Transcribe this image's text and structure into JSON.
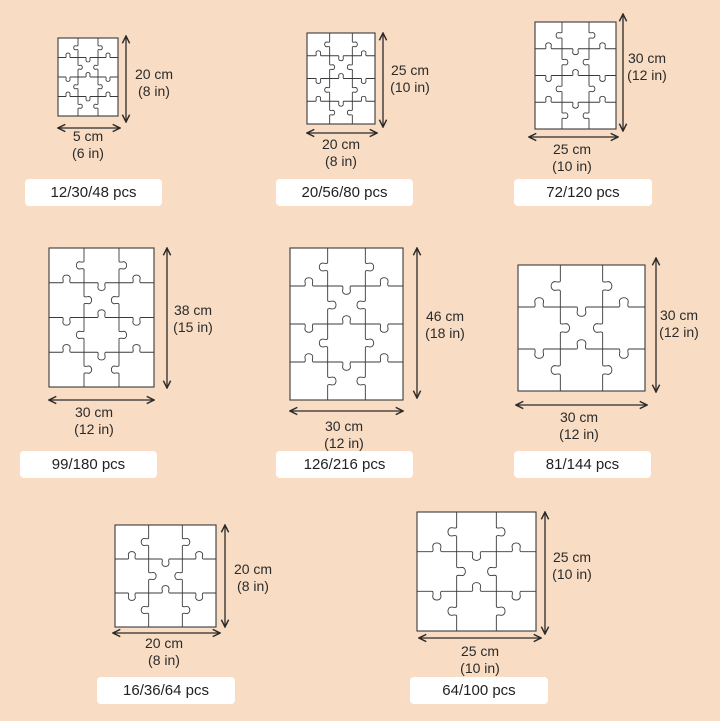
{
  "colors": {
    "background": "#f8dcc3",
    "puzzle_fill": "#ffffff",
    "puzzle_line": "#3a3a3a",
    "arrow": "#2b2b2b",
    "label_bg": "#ffffff"
  },
  "puzzles": [
    {
      "pieces_label": "12/30/48 pcs",
      "width_cm": "5 cm",
      "width_in": "(6 in)",
      "height_cm": "20 cm",
      "height_in": "(8 in)",
      "grid_cols": 3,
      "grid_rows": 4
    },
    {
      "pieces_label": "20/56/80 pcs",
      "width_cm": "20 cm",
      "width_in": "(8 in)",
      "height_cm": "25 cm",
      "height_in": "(10 in)",
      "grid_cols": 3,
      "grid_rows": 4
    },
    {
      "pieces_label": "72/120 pcs",
      "width_cm": "25 cm",
      "width_in": "(10 in)",
      "height_cm": "30 cm",
      "height_in": "(12 in)",
      "grid_cols": 3,
      "grid_rows": 4
    },
    {
      "pieces_label": "99/180 pcs",
      "width_cm": "30 cm",
      "width_in": "(12 in)",
      "height_cm": "38 cm",
      "height_in": "(15 in)",
      "grid_cols": 3,
      "grid_rows": 4
    },
    {
      "pieces_label": "126/216 pcs",
      "width_cm": "30 cm",
      "width_in": "(12 in)",
      "height_cm": "46 cm",
      "height_in": "(18 in)",
      "grid_cols": 3,
      "grid_rows": 4
    },
    {
      "pieces_label": "81/144 pcs",
      "width_cm": "30 cm",
      "width_in": "(12 in)",
      "height_cm": "30 cm",
      "height_in": "(12 in)",
      "grid_cols": 3,
      "grid_rows": 3
    },
    {
      "pieces_label": "16/36/64 pcs",
      "width_cm": "20 cm",
      "width_in": "(8 in)",
      "height_cm": "20 cm",
      "height_in": "(8 in)",
      "grid_cols": 3,
      "grid_rows": 3
    },
    {
      "pieces_label": "64/100 pcs",
      "width_cm": "25 cm",
      "width_in": "(10 in)",
      "height_cm": "25 cm",
      "height_in": "(10 in)",
      "grid_cols": 3,
      "grid_rows": 3
    }
  ]
}
